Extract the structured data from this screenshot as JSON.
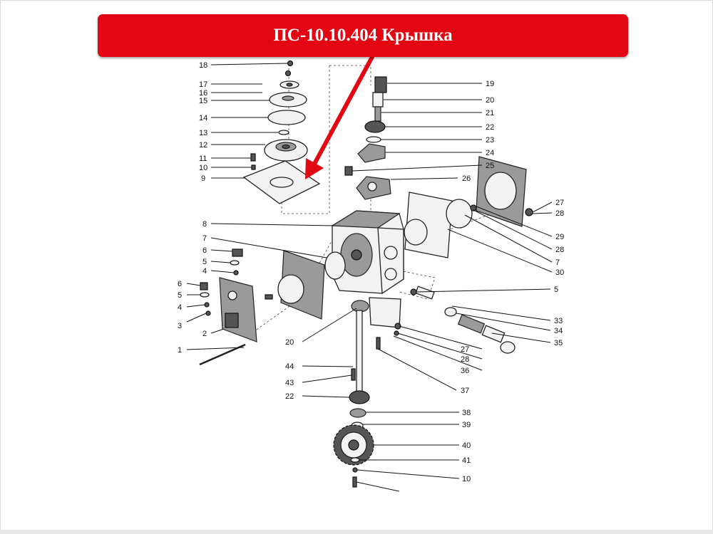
{
  "title": "ПС-10.10.404 Крышка",
  "colors": {
    "banner": "#e30613",
    "banner_text": "#ffffff",
    "pointer_arrow": "#e30613"
  },
  "callouts": [
    {
      "id": "c18a",
      "num": "18"
    },
    {
      "id": "c17",
      "num": "17"
    },
    {
      "id": "c16",
      "num": "16"
    },
    {
      "id": "c15",
      "num": "15"
    },
    {
      "id": "c14",
      "num": "14"
    },
    {
      "id": "c13",
      "num": "13"
    },
    {
      "id": "c12",
      "num": "12"
    },
    {
      "id": "c11",
      "num": "11"
    },
    {
      "id": "c10a",
      "num": "10"
    },
    {
      "id": "c9",
      "num": "9"
    },
    {
      "id": "c8",
      "num": "8"
    },
    {
      "id": "c7a",
      "num": "7"
    },
    {
      "id": "c6a",
      "num": "6"
    },
    {
      "id": "c5a",
      "num": "5"
    },
    {
      "id": "c4a",
      "num": "4"
    },
    {
      "id": "c6b",
      "num": "6"
    },
    {
      "id": "c5b",
      "num": "5"
    },
    {
      "id": "c4b",
      "num": "4"
    },
    {
      "id": "c3",
      "num": "3"
    },
    {
      "id": "c2",
      "num": "2"
    },
    {
      "id": "c1",
      "num": "1"
    },
    {
      "id": "c20a",
      "num": "20"
    },
    {
      "id": "c44",
      "num": "44"
    },
    {
      "id": "c43",
      "num": "43"
    },
    {
      "id": "c22a",
      "num": "22"
    },
    {
      "id": "c19",
      "num": "19"
    },
    {
      "id": "c20b",
      "num": "20"
    },
    {
      "id": "c21",
      "num": "21"
    },
    {
      "id": "c22b",
      "num": "22"
    },
    {
      "id": "c23",
      "num": "23"
    },
    {
      "id": "c24",
      "num": "24"
    },
    {
      "id": "c25",
      "num": "25"
    },
    {
      "id": "c26",
      "num": "26"
    },
    {
      "id": "c27a",
      "num": "27"
    },
    {
      "id": "c28a",
      "num": "28"
    },
    {
      "id": "c29",
      "num": "29"
    },
    {
      "id": "c28b",
      "num": "28"
    },
    {
      "id": "c7b",
      "num": "7"
    },
    {
      "id": "c30",
      "num": "30"
    },
    {
      "id": "c5c",
      "num": "5"
    },
    {
      "id": "c33",
      "num": "33"
    },
    {
      "id": "c34",
      "num": "34"
    },
    {
      "id": "c35",
      "num": "35"
    },
    {
      "id": "c27b",
      "num": "27"
    },
    {
      "id": "c28c",
      "num": "28"
    },
    {
      "id": "c36",
      "num": "36"
    },
    {
      "id": "c37",
      "num": "37"
    },
    {
      "id": "c38",
      "num": "38"
    },
    {
      "id": "c39",
      "num": "39"
    },
    {
      "id": "c40",
      "num": "40"
    },
    {
      "id": "c41",
      "num": "41"
    },
    {
      "id": "c10b",
      "num": "10"
    }
  ]
}
